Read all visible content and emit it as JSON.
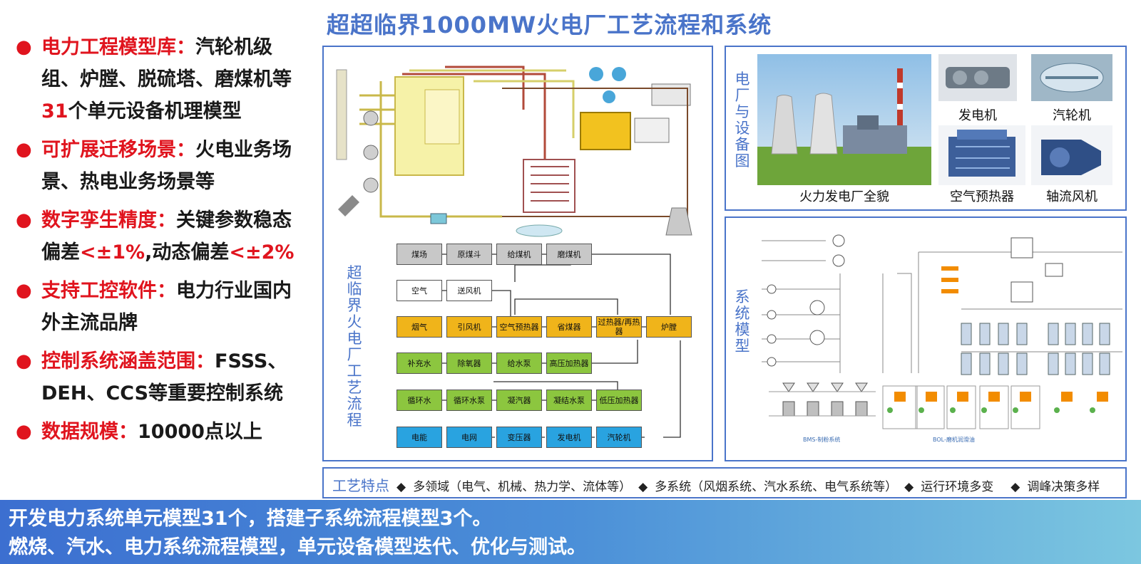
{
  "title": "超超临界1000MW火电厂工艺流程和系统",
  "bullets": [
    {
      "label": "电力工程模型库：",
      "text_before": "汽轮机级组、炉膛、脱硫塔、磨煤机等",
      "highlight": "31",
      "text_after": "个单元设备机理模型"
    },
    {
      "label": "可扩展迁移场景：",
      "text_before": "火电业务场景、热电业务场景等",
      "highlight": "",
      "text_after": ""
    },
    {
      "label": "数字孪生精度：",
      "text_before": "关键参数稳态偏差",
      "highlight": "<±1%",
      "text_after": ",动态偏差",
      "highlight2": "<±2%"
    },
    {
      "label": "支持工控软件：",
      "text_before": "电力行业国内外主流品牌",
      "highlight": "",
      "text_after": ""
    },
    {
      "label": "控制系统涵盖范围：",
      "text_before": "FSSS、DEH、CCS等重要控制系统",
      "highlight": "",
      "text_after": ""
    },
    {
      "label": "数据规模：",
      "text_before": "10000点以上",
      "highlight": "",
      "text_after": ""
    }
  ],
  "process_panel": {
    "vertical_label": "超临界火电厂工艺流程",
    "blocks": {
      "coal_field": "煤场",
      "raw_coal_bunker": "原煤斗",
      "coal_feeder": "给煤机",
      "coal_mill": "磨煤机",
      "air": "空气",
      "fd_fan": "送风机",
      "flue_gas": "烟气",
      "id_fan": "引风机",
      "air_preheater": "空气预热器",
      "economizer": "省煤器",
      "superheater": "过热器/再热器",
      "furnace": "炉膛",
      "makeup_water": "补充水",
      "deaerator": "除氧器",
      "feed_pump": "给水泵",
      "hp_heater": "高压加热器",
      "circ_water": "循环水",
      "circ_pump": "循环水泵",
      "condenser": "凝汽器",
      "condensate_pump": "凝结水泵",
      "lp_heater": "低压加热器",
      "power_load": "电能",
      "grid": "电网",
      "transformer": "变压器",
      "generator": "发电机",
      "turbine": "汽轮机"
    }
  },
  "photo_panel": {
    "vertical_label": "电厂与设备图",
    "captions": {
      "plant": "火力发电厂全貌",
      "generator": "发电机",
      "turbine": "汽轮机",
      "air_preheater": "空气预热器",
      "axial_fan": "轴流风机"
    }
  },
  "model_panel": {
    "vertical_label": "系统模型",
    "sub_labels": {
      "bms": "BMS-制粉系统",
      "bol": "BOL-磨机润滑油"
    }
  },
  "features": {
    "title": "工艺特点",
    "items": [
      "多领域（电气、机械、热力学、流体等）",
      "多系统（风烟系统、汽水系统、电气系统等）",
      "运行环境多变",
      "调峰决策多样"
    ]
  },
  "bottom": {
    "line1": "开发电力系统单元模型31个，搭建子系统流程模型3个。",
    "line2": "燃烧、汽水、电力系统流程模型，单元设备模型迭代、优化与测试。"
  },
  "colors": {
    "accent_blue": "#4a74c9",
    "highlight_red": "#e0141e",
    "block_orange": "#f0b41a",
    "block_green": "#8cc63f",
    "block_blue": "#29a3e0",
    "block_gray": "#c8c8c8"
  }
}
